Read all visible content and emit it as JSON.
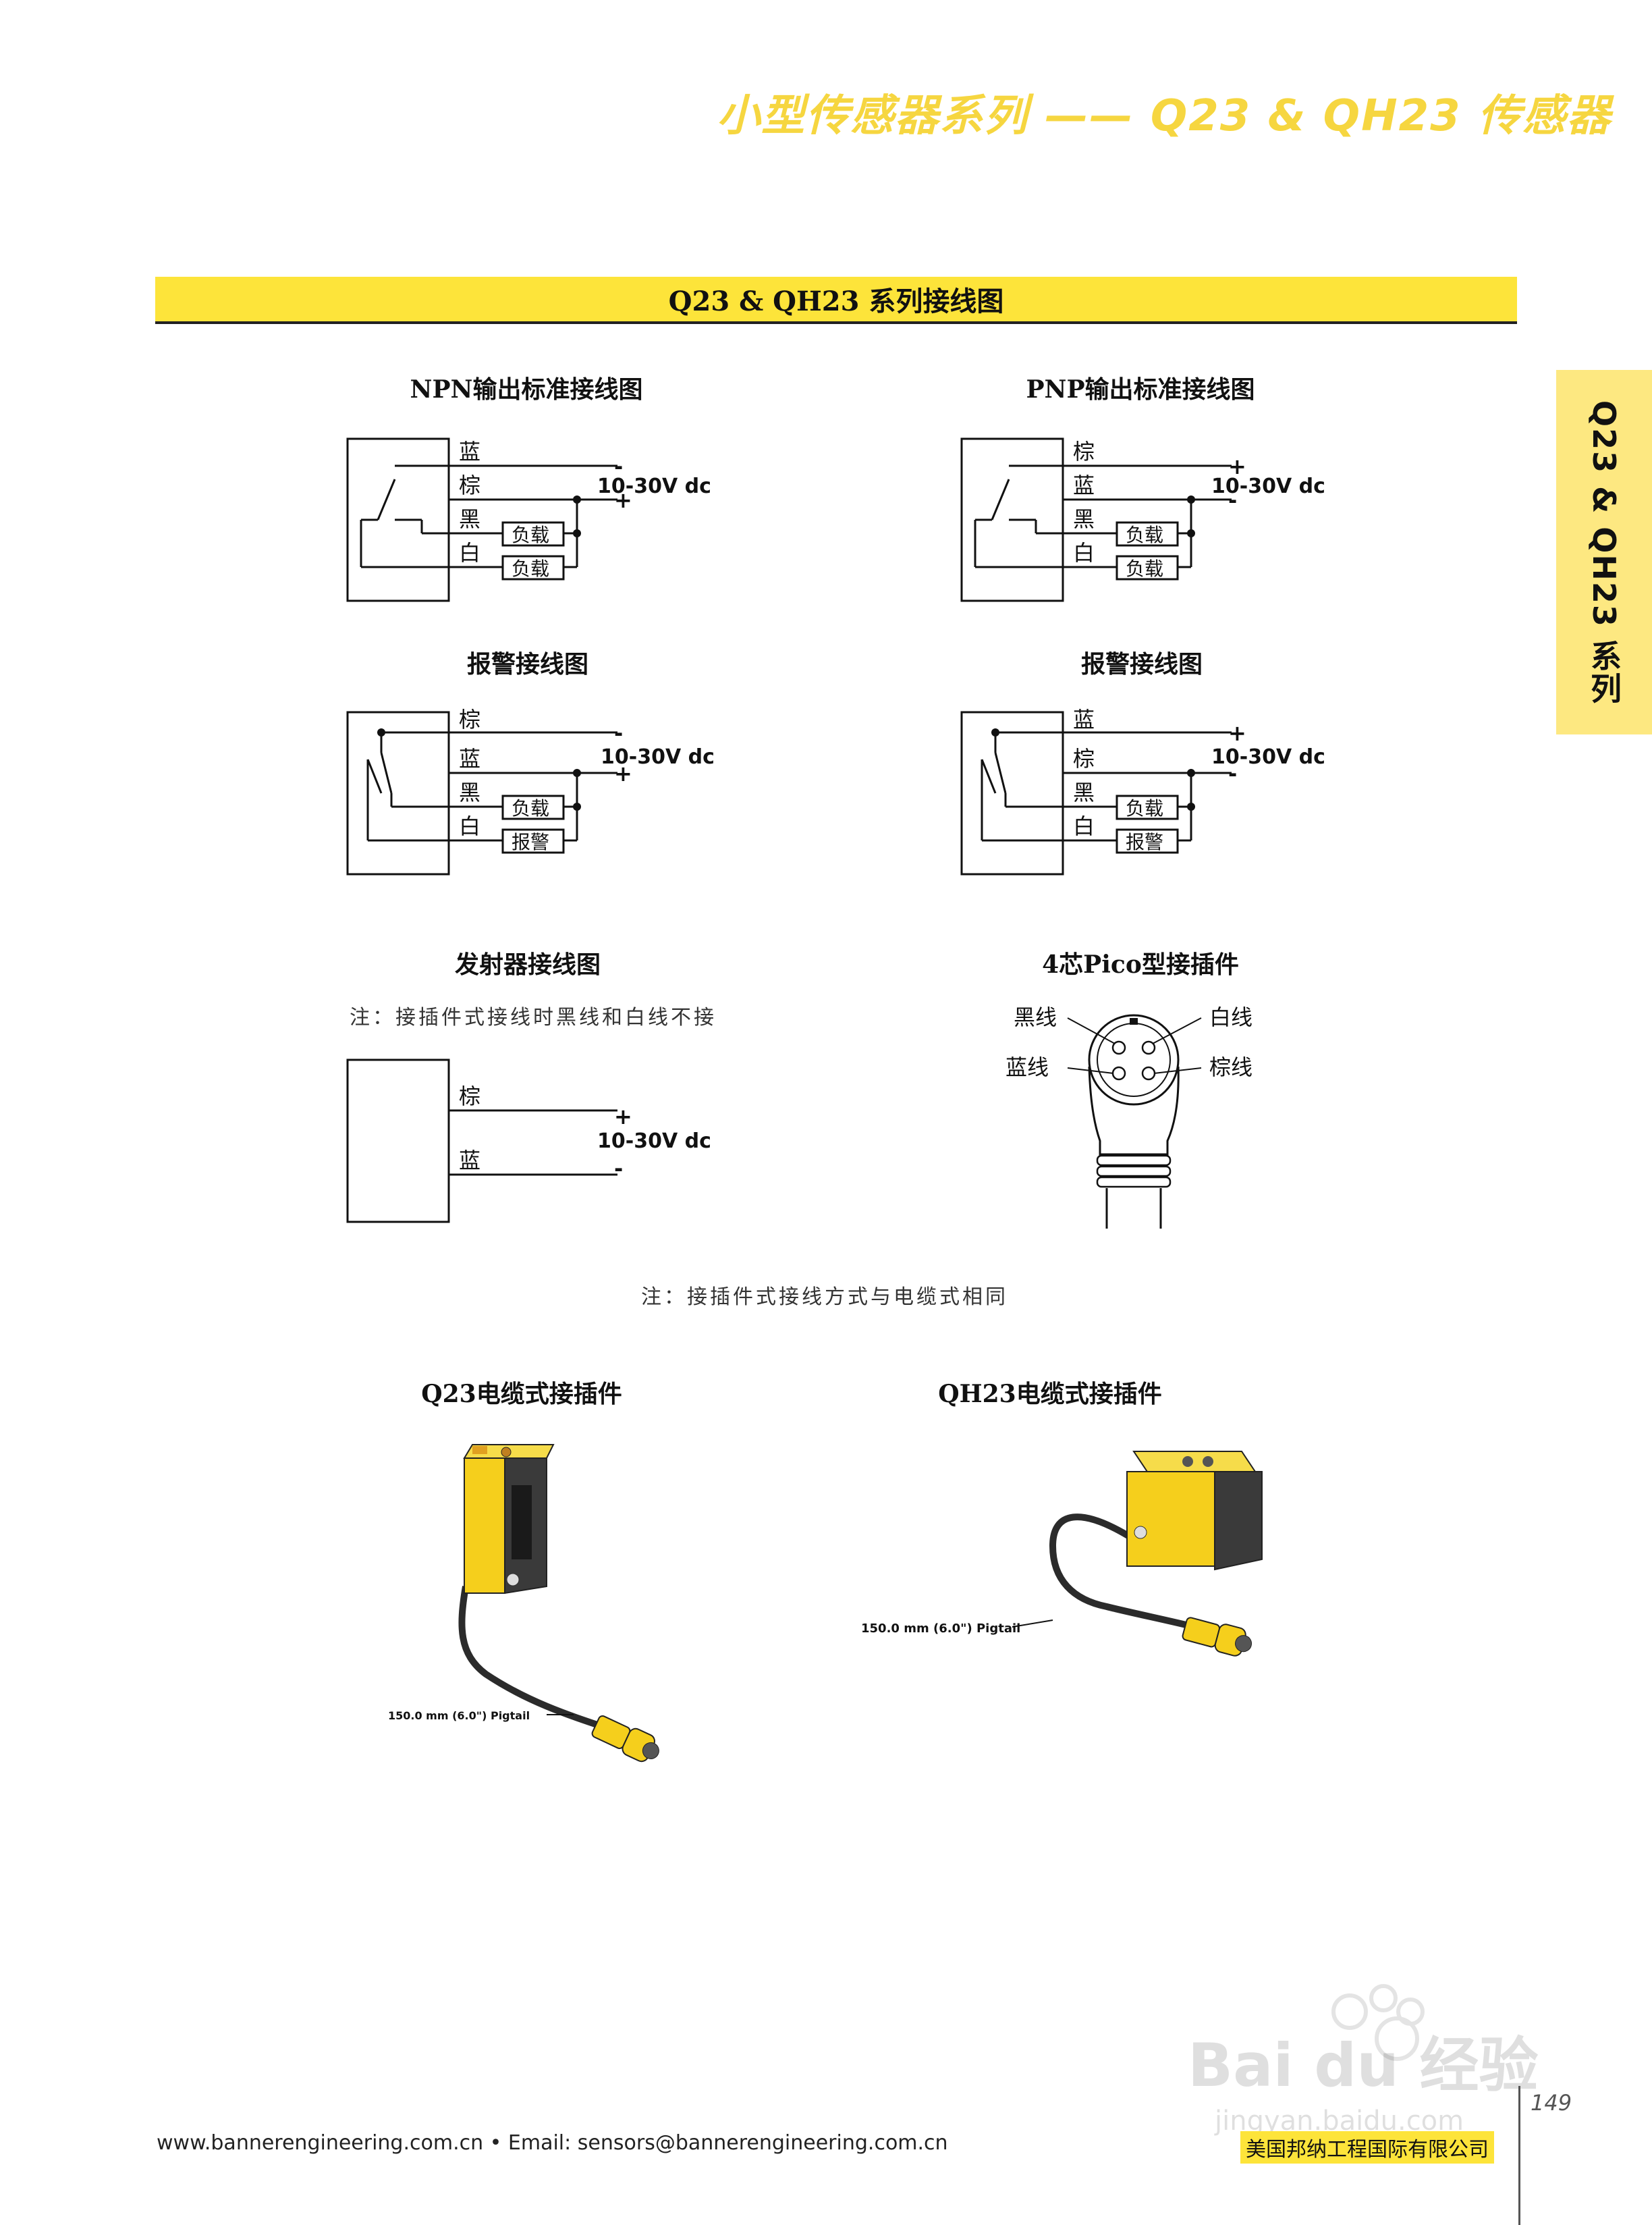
{
  "header": {
    "title": "小型传感器系列 —— Q23 & QH23 传感器"
  },
  "section": {
    "title": "Q23 & QH23 系列接线图"
  },
  "side_tab": {
    "label": "Q23 & QH23 系列"
  },
  "diagrams": {
    "npn": {
      "title": "NPN输出标准接线图",
      "w1": "蓝",
      "w2": "棕",
      "w3": "黑",
      "w4": "白",
      "load1": "负载",
      "load2": "负载",
      "volt": "10-30V dc",
      "s1": "-",
      "s2": "+"
    },
    "pnp": {
      "title": "PNP输出标准接线图",
      "w1": "棕",
      "w2": "蓝",
      "w3": "黑",
      "w4": "白",
      "load1": "负载",
      "load2": "负载",
      "volt": "10-30V dc",
      "s1": "+",
      "s2": "-"
    },
    "alarm_left": {
      "title": "报警接线图",
      "w1": "棕",
      "w2": "蓝",
      "w3": "黑",
      "w4": "白",
      "load1": "负载",
      "load2": "报警",
      "volt": "10-30V dc",
      "s1": "-",
      "s2": "+"
    },
    "alarm_right": {
      "title": "报警接线图",
      "w1": "蓝",
      "w2": "棕",
      "w3": "黑",
      "w4": "白",
      "load1": "负载",
      "load2": "报警",
      "volt": "10-30V dc",
      "s1": "+",
      "s2": "-"
    },
    "emitter": {
      "title": "发射器接线图",
      "note": "注：接插件式接线时黑线和白线不接",
      "w1": "棕",
      "w2": "蓝",
      "volt": "10-30V dc",
      "s1": "+",
      "s2": "-"
    },
    "pico": {
      "title": "4芯Pico型接插件",
      "black": "黑线",
      "white": "白线",
      "blue": "蓝线",
      "brown": "棕线"
    }
  },
  "note_connector": "注：接插件式接线方式与电缆式相同",
  "cable": {
    "q23_title": "Q23电缆式接插件",
    "qh23_title": "QH23电缆式接插件",
    "pigtail_label": "150.0 mm (6.0\") Pigtail"
  },
  "footer": {
    "url": "www.bannerengineering.com.cn • Email: sensors@bannerengineering.com.cn",
    "company": "美国邦纳工程国际有限公司",
    "page_number": "149"
  },
  "watermark": {
    "text": "Bai du 经验",
    "url": "jingyan.baidu.com"
  },
  "colors": {
    "accent_yellow": "#fde43a",
    "header_yellow": "#f6d640",
    "sensor_yellow": "#f5cf1c"
  }
}
